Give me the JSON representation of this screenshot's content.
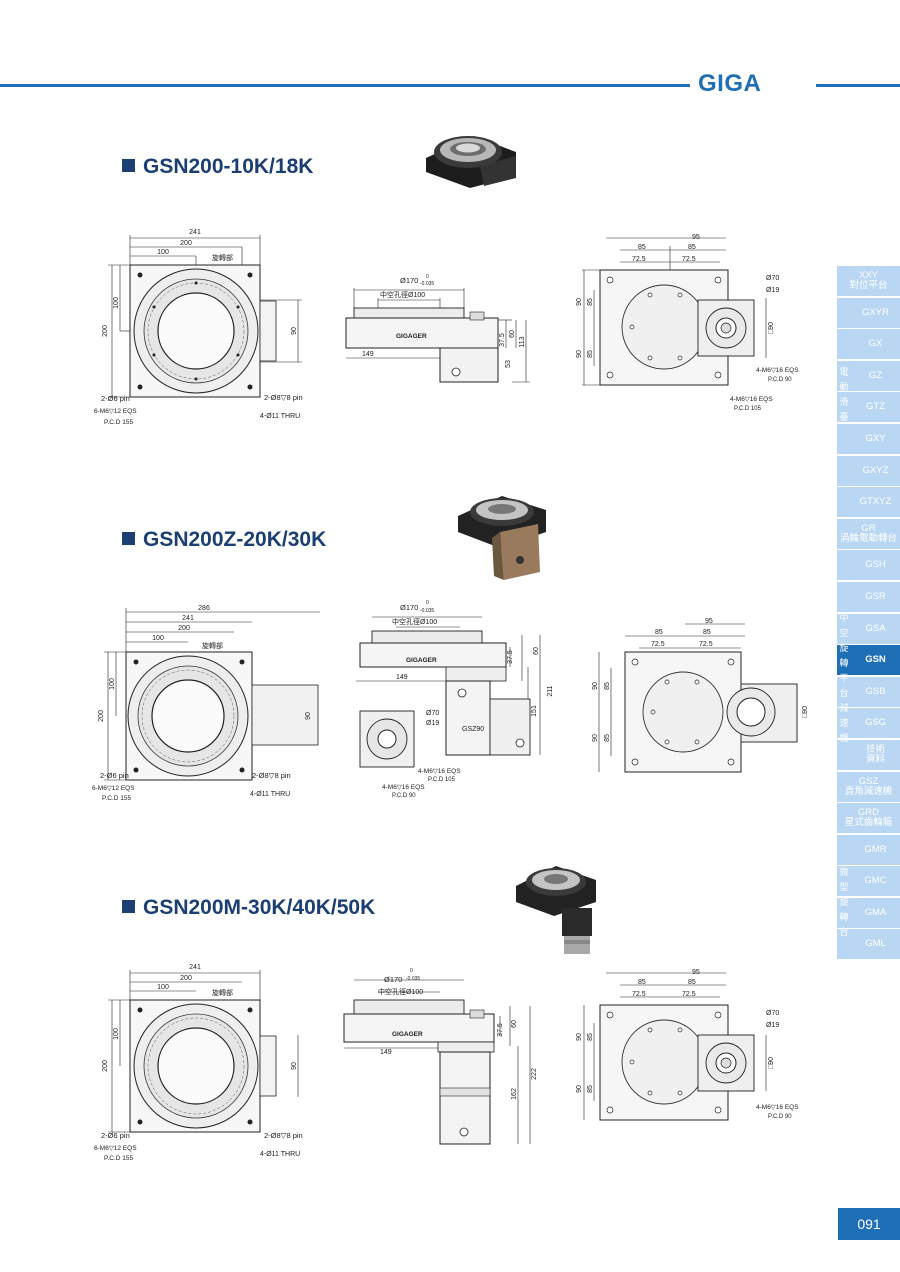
{
  "header": {
    "brand": "GIGA"
  },
  "sections": [
    {
      "title": "GSN200-10K/18K",
      "top_view": {
        "d_241": "241",
        "d_200": "200",
        "d_100": "100",
        "rotating_part": "旋轉部",
        "side_100": "100",
        "side_200": "200",
        "side_90": "90",
        "pin6": "2-Ø6 pin",
        "eqs": "6-M6▽12 EQS",
        "pcd": "P.C.D 155",
        "pin8": "2-Ø8▽8 pin",
        "thru": "4-Ø11 THRU"
      },
      "side_view": {
        "dia170": "Ø170",
        "tol_top": "0",
        "tol_bot": "-0.035",
        "hollow": "中空孔徑Ø100",
        "logo": "GIGAGER",
        "d149": "149",
        "d375": "37.5",
        "d60": "60",
        "d113": "113",
        "d53": "53"
      },
      "end_view": {
        "d95": "95",
        "d85a": "85",
        "d85b": "85",
        "d725a": "72.5",
        "d725b": "72.5",
        "d70": "Ø70",
        "d19": "Ø19",
        "sq90": "□90",
        "v90a": "90",
        "v85a": "85",
        "v90b": "90",
        "v85b": "85",
        "eqs1": "4-M6▽16 EQS",
        "pcd1": "P.C.D 90",
        "eqs2": "4-M6▽16 EQS",
        "pcd2": "P.C.D 105"
      }
    },
    {
      "title": "GSN200Z-20K/30K",
      "top_view": {
        "d_286": "286",
        "d_241": "241",
        "d_200": "200",
        "d_100": "100",
        "rotating_part": "旋轉部",
        "side_100": "100",
        "side_200": "200",
        "side_90": "90",
        "pin6": "2-Ø6 pin",
        "eqs": "6-M6▽12 EQS",
        "pcd": "P.C.D 155",
        "pin8": "2-Ø8▽8 pin",
        "thru": "4-Ø11 THRU"
      },
      "side_view": {
        "dia170": "Ø170",
        "tol_top": "0",
        "tol_bot": "-0.035",
        "hollow": "中空孔徑Ø100",
        "logo": "GIGAGER",
        "d149": "149",
        "d375": "37.5",
        "d60": "60",
        "d211": "211",
        "d151": "151",
        "gsz": "GSZ90",
        "d70": "Ø70",
        "d19": "Ø19",
        "eqs1": "4-M6▽16 EQS",
        "pcd1": "P.C.D 105",
        "eqs2": "4-M6▽16 EQS",
        "pcd2": "P.C.D 90"
      },
      "end_view": {
        "d95": "95",
        "d85a": "85",
        "d85b": "85",
        "d725a": "72.5",
        "d725b": "72.5",
        "sq90": "□90",
        "v90a": "90",
        "v85a": "85",
        "v90b": "90",
        "v85b": "85"
      }
    },
    {
      "title": "GSN200M-30K/40K/50K",
      "top_view": {
        "d_241": "241",
        "d_200": "200",
        "d_100": "100",
        "rotating_part": "旋轉部",
        "side_100": "100",
        "side_200": "200",
        "side_90": "90",
        "pin6": "2-Ø6 pin",
        "eqs": "6-M6▽12 EQS",
        "pcd": "P.C.D 155",
        "pin8": "2-Ø8▽8 pin",
        "thru": "4-Ø11 THRU"
      },
      "side_view": {
        "dia170": "Ø170",
        "tol_top": "0",
        "tol_bot": "-0.035",
        "hollow": "中空孔徑Ø100",
        "logo": "GIGAGER",
        "d149": "149",
        "d375": "37.5",
        "d60": "60",
        "d222": "222",
        "d162": "162"
      },
      "end_view": {
        "d95": "95",
        "d85a": "85",
        "d85b": "85",
        "d725a": "72.5",
        "d725b": "72.5",
        "d70": "Ø70",
        "d19": "Ø19",
        "sq90": "□90",
        "v90a": "90",
        "v85a": "85",
        "v90b": "90",
        "v85b": "85",
        "eqs1": "4-M6▽16 EQS",
        "pcd1": "P.C.D 90"
      }
    }
  ],
  "sidebar": {
    "tabs": [
      {
        "label": "XXY\n對位平台"
      },
      {
        "label": "GXYR"
      },
      {
        "label": "GX"
      },
      {
        "label": "GZ"
      },
      {
        "label": "GTZ"
      },
      {
        "label": "GXY"
      },
      {
        "label": "GXYZ"
      },
      {
        "label": "GTXYZ"
      },
      {
        "label": "GR\n渦輪電動轉台"
      },
      {
        "label": "GSH"
      },
      {
        "label": "GSR"
      },
      {
        "label": "GSA"
      },
      {
        "label": "GSN"
      },
      {
        "label": "GSB"
      },
      {
        "label": "GSG"
      },
      {
        "label": "技術\n資料"
      },
      {
        "label": "GSZ\n直角減速機"
      },
      {
        "label": "GRD\n星式齒輪箱"
      },
      {
        "label": "GMR"
      },
      {
        "label": "GMC"
      },
      {
        "label": "GMA"
      },
      {
        "label": "GML"
      }
    ],
    "group_electric": "電動滑臺",
    "group_hollow": "中空旋轉平台減速機",
    "group_micro": "微型旋轉台"
  },
  "page_number": "091",
  "colors": {
    "brand_blue": "#1f6fb6",
    "tab_light": "#b9d7f2",
    "title_navy": "#1c3f73"
  }
}
